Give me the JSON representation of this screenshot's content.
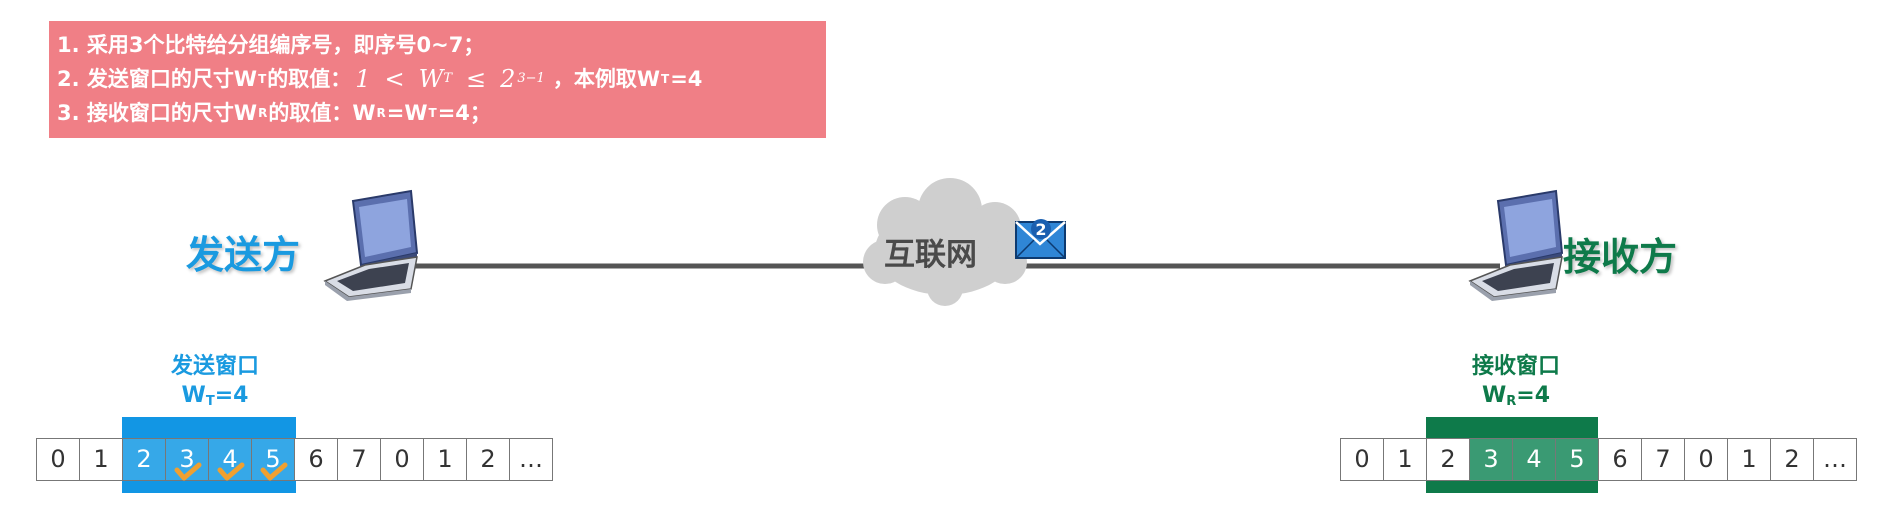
{
  "notes": {
    "line1": "1. 采用3个比特给分组编序号，即序号0~7；",
    "line2_prefix": "2. 发送窗口的尺寸W",
    "line2_sub": "T",
    "line2_mid": "的取值：",
    "formula": {
      "left": "1",
      "op1": "<",
      "var": "W",
      "var_sub": "T",
      "op2": "≤",
      "base": "2",
      "exp": "3−1"
    },
    "line2_suffix": "，本例取W",
    "line2_suffix_sub": "T",
    "line2_end": "=4",
    "line3_prefix": "3. 接收窗口的尺寸W",
    "line3_sub1": "R",
    "line3_mid": "的取值：W",
    "line3_sub2": "R",
    "line3_eq": "=W",
    "line3_sub3": "T",
    "line3_end": "=4；"
  },
  "sender": {
    "title": "发送方",
    "window_label": "发送窗口",
    "window_size_prefix": "W",
    "window_size_sub": "T",
    "window_size_value": "=4",
    "sequence": [
      "0",
      "1",
      "2",
      "3",
      "4",
      "5",
      "6",
      "7",
      "0",
      "1",
      "2",
      "…"
    ],
    "window_indices": [
      2,
      3,
      4,
      5
    ],
    "acked_indices": [
      3,
      4,
      5
    ]
  },
  "receiver": {
    "title": "接收方",
    "window_label": "接收窗口",
    "window_size_prefix": "W",
    "window_size_sub": "R",
    "window_size_value": "=4",
    "sequence": [
      "0",
      "1",
      "2",
      "3",
      "4",
      "5",
      "6",
      "7",
      "0",
      "1",
      "2",
      "…"
    ],
    "window_indices": [
      3,
      4,
      5
    ]
  },
  "network": {
    "label": "互联网",
    "packet_number": "2"
  },
  "colors": {
    "notes_bg": "#f07f86",
    "sender": "#1a9ae0",
    "sender_window": "#1296e4",
    "receiver": "#0e7a4a",
    "receiver_window_cell": "#3a9a73",
    "link": "#555555",
    "check": "#f0a030"
  },
  "icons": {
    "sender_device": "laptop-icon",
    "receiver_device": "laptop-icon",
    "network": "cloud-icon",
    "packet": "envelope-icon",
    "ack": "checkmark-icon"
  }
}
